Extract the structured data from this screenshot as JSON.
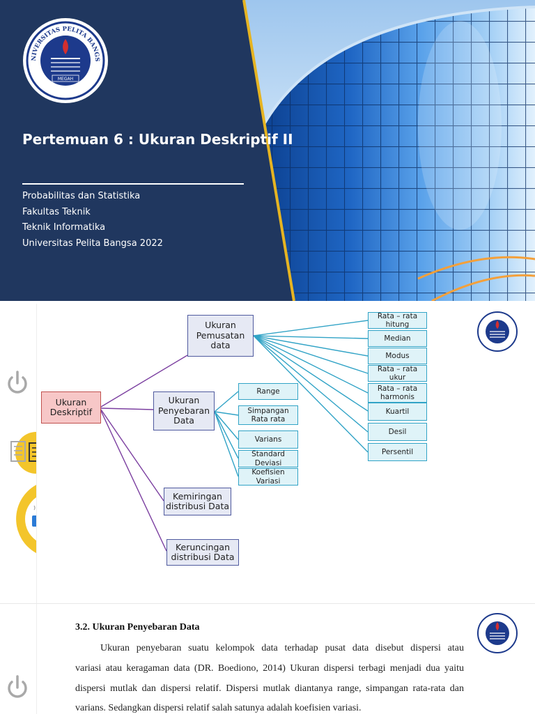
{
  "slide1": {
    "title": "Pertemuan 6 : Ukuran Deskriptif II",
    "details": [
      "Probabilitas dan Statistika",
      "Fakultas Teknik",
      "Teknik Informatika",
      "Universitas Pelita Bangsa 2022"
    ],
    "logo_text": "UNIVERSITAS PELITA BANGSA",
    "logo_banner": "MEGAH",
    "colors": {
      "navy": "#20375f",
      "gold": "#e6b422"
    }
  },
  "slide2": {
    "root": "Ukuran Deskriptif",
    "branches": [
      "Ukuran Pemusatan data",
      "Ukuran Penyebaran Data",
      "Kemiringan distribusi Data",
      "Keruncingan distribusi Data"
    ],
    "pemusatan_items": [
      "Rata – rata hitung",
      "Median",
      "Modus",
      "Rata – rata ukur",
      "Rata – rata harmonis",
      "Kuartil",
      "Desil",
      "Persentil"
    ],
    "penyebaran_items": [
      "Range",
      "Simpangan Rata rata",
      "Varians",
      "Standard Deviasi",
      "Koefisien Variasi"
    ],
    "sidebar_icons": [
      "power-icon",
      "document-icon",
      "coffee-icon"
    ]
  },
  "slide3": {
    "heading": "3.2.  Ukuran Penyebaran Data",
    "lines": [
      "Ukuran penyebaran suatu kelompok data terhadap pusat data disebut dispersi atau",
      "variasi atau keragaman data (DR. Boediono, 2014) Ukuran dispersi terbagi menjadi dua yaitu",
      "dispersi mutlak dan dispersi relatif. Dispersi mutlak diantanya range, simpangan rata-rata dan",
      "varians. Sedangkan dispersi relatif salah satunya adalah koefisien variasi."
    ],
    "sidebar_icons": [
      "power-icon"
    ]
  }
}
